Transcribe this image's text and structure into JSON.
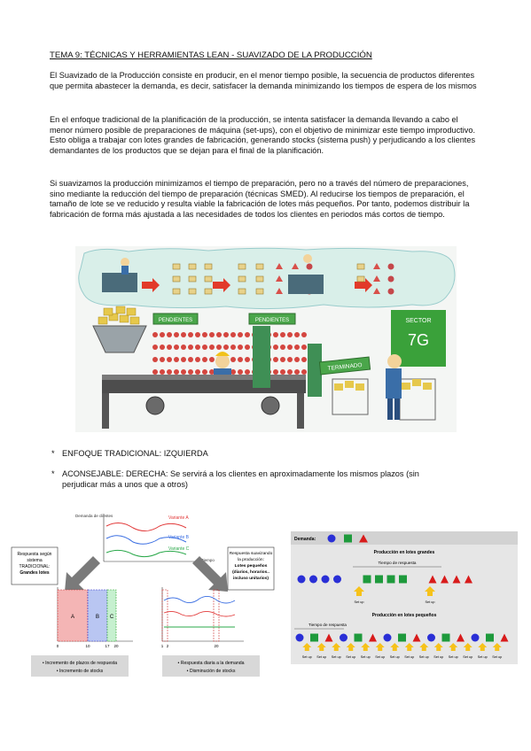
{
  "doc": {
    "title": "TEMA 9: TÉCNICAS Y HERRAMIENTAS LEAN - SUAVIZADO DE LA PRODUCCIÓN",
    "para1": "El Suavizado de la Producción consiste en producir, en el menor tiempo posible, la secuencia de productos diferentes que permita abastecer la demanda, es decir, satisfacer la demanda minimizando los tiempos de espera de los mismos",
    "para2": "En el enfoque tradicional de la planificación de la producción, se intenta satisfacer la demanda llevando a cabo el menor número posible de preparaciones de máquina (set-ups), con el objetivo de minimizar este tiempo improductivo. Esto obliga a trabajar con lotes grandes de fabricación, generando stocks (sistema push) y perjudicando a los clientes demandantes de los productos que se dejan para el final de la planificación.",
    "para3": "Si suavizamos la producción minimizamos el tiempo de preparación, pero no a través del número de preparaciones, sino mediante la reducción del tiempo de preparación (técnicas SMED). Al reducirse los tiempos de preparación, el tamaño de lote se ve reducido y resulta viable la fabricación de lotes más pequeños. Por tanto, podemos distribuir la fabricación de forma más ajustada a las necesidades de todos los clientes en periodos más cortos de tiempo.",
    "bullet1": "ENFOQUE TRADICIONAL: IZQUIERDA",
    "bullet2a": "ACONSEJABLE: DERECHA: Se servirá a los clientes en aproximadamente los mismos plazos (sin",
    "bullet2b": "perjudicar más a unos que a otros)",
    "bullet_star": "*"
  },
  "illustration": {
    "pendientes1": "PENDIENTES",
    "pendientes2": "PENDIENTES",
    "terminado": "TERMINADO",
    "sector": "SECTOR",
    "sector_code": "7G"
  },
  "left_figure": {
    "demanda_label": "Demanda de clientes",
    "variante_a": "Variante A",
    "variante_b": "Variante B",
    "variante_c": "Variante C",
    "tiempo": "Tiempo",
    "box_left_1": "Respuesta según",
    "box_left_2": "sistema",
    "box_left_3": "TRADICIONAL:",
    "box_left_4": "Grandes lotes",
    "box_right_1": "Respuesta suavizando",
    "box_right_2": "la producción:",
    "box_right_3": "Lotes pequeños",
    "box_right_4": "(diarios, horarios..",
    "box_right_5": "incluso unitarios)",
    "bar_a": "A",
    "bar_b": "B",
    "bar_c": "C",
    "ticks_left": [
      "0",
      "10",
      "17",
      "20"
    ],
    "ticks_right": [
      "1",
      "2",
      "20"
    ],
    "note_left_1": "• Incremento de plazos de respuesta",
    "note_left_2": "• Incremento de stocks",
    "note_right_1": "• Respuesta diaria a la demanda",
    "note_right_2": "• Disminución de stocks"
  },
  "right_figure": {
    "demanda": "Demanda:",
    "title_big": "Producción en lotes grandes",
    "tiempo_resp_1": "Tiempo de respuesta",
    "title_small": "Producción en lotes pequeños",
    "tiempo_resp_2": "Tiempo de respuesta",
    "setup": "Set up"
  },
  "colors": {
    "blue": "#2a2fd6",
    "green": "#1e9a3c",
    "red": "#d81b1b",
    "yellow": "#f6c21a",
    "sector_green": "#3aa13a"
  }
}
